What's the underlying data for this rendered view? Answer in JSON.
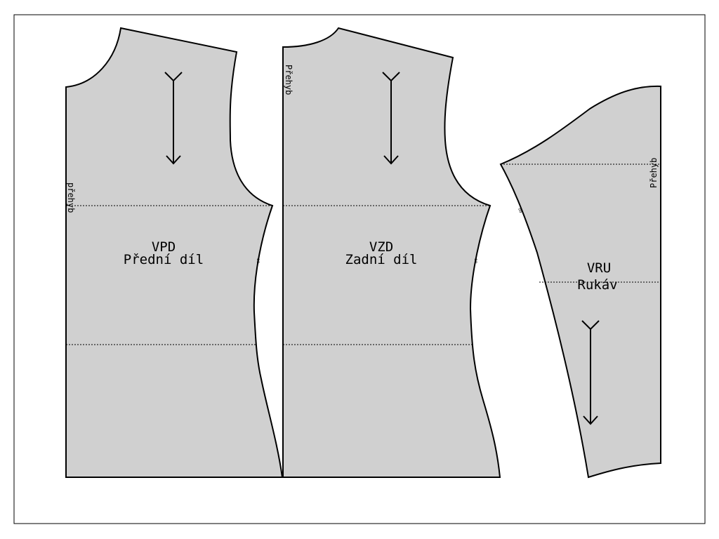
{
  "pieces": {
    "front": {
      "code": "VPD",
      "name": "Přední díl",
      "fold_label": "přehyb",
      "notch_label": "oo"
    },
    "back": {
      "code": "VZD",
      "name": "Zadní díl",
      "fold_label": "Přehyb",
      "notch_label": "oo"
    },
    "sleeve": {
      "code": "VRU",
      "name": "Rukáv",
      "fold_label": "Přehyb",
      "notch_label": "oo"
    }
  }
}
